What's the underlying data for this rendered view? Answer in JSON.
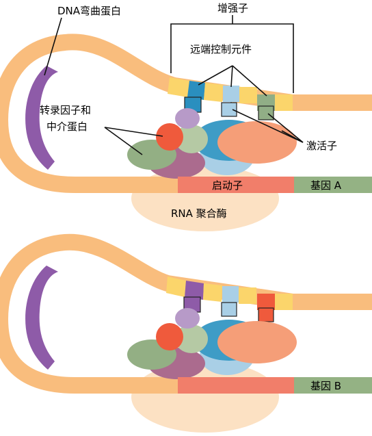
{
  "labels": {
    "dna_bending_protein": "DNA弯曲蛋白",
    "enhancer": "增强子",
    "distal_control_elements": "远端控制元件",
    "transcription_factors_line1": "转录因子和",
    "transcription_factors_line2": "中介蛋白",
    "activators": "激活子",
    "promoter": "启动子",
    "rna_polymerase": "RNA 聚合酶",
    "gene_a": "基因 A",
    "gene_b": "基因 B"
  },
  "colors": {
    "dna": "#F9BD7D",
    "bending_protein": "#8E5BA8",
    "enhancer_segment": "#FBD56B",
    "element_top_1": "#2A8FBF",
    "element_top_2": "#A9CFE6",
    "element_top_3": "#91AE86",
    "element_bottom_1": "#8E5BA8",
    "element_bottom_2": "#A9CFE6",
    "element_bottom_3": "#EF5A3C",
    "promoter": "#F17E6A",
    "gene": "#94B284",
    "polymerase": "#FCE1C3",
    "mediator_red": "#EF5A3C",
    "mediator_lavender": "#B79AC8",
    "mediator_sage": "#B5C9A4",
    "mediator_green": "#93AF84",
    "mediator_mauve": "#AB6B8E",
    "complex_blue": "#3E9CC6",
    "complex_lightblue": "#A9CFE6",
    "activator_salmon": "#F59E78"
  }
}
